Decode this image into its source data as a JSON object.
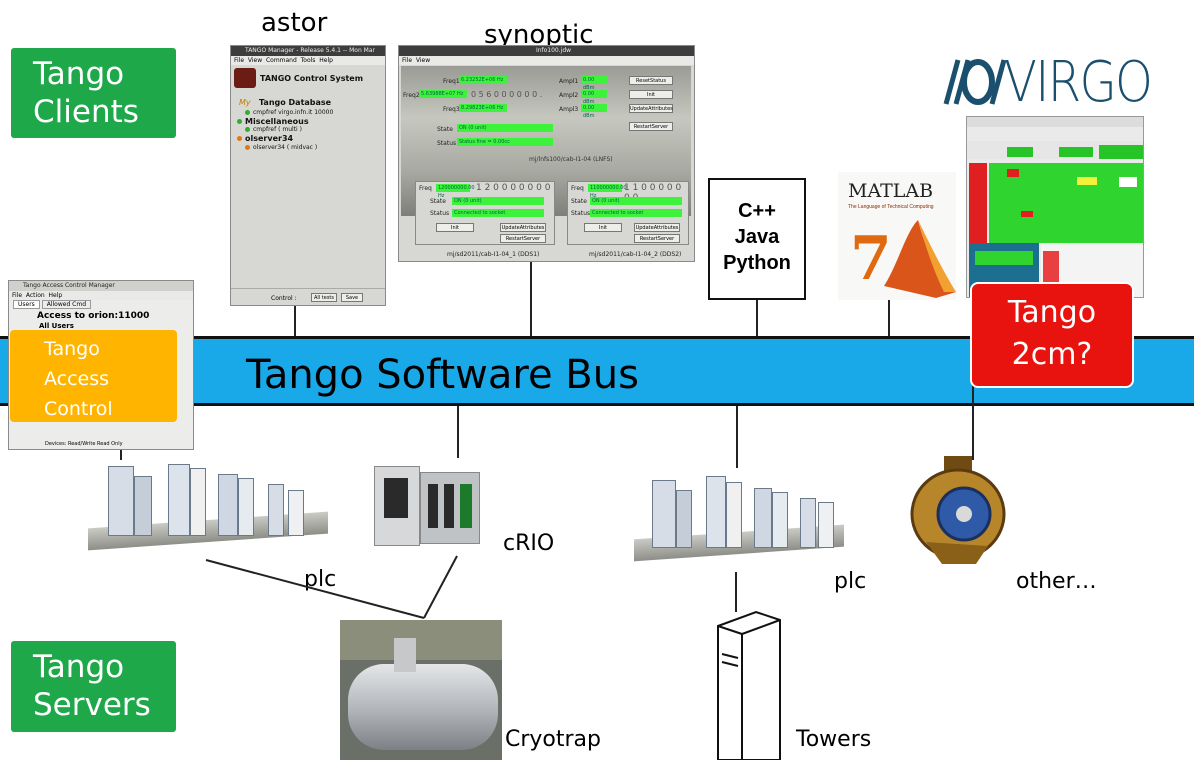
{
  "clients_box": {
    "line1": "Tango",
    "line2": "Clients"
  },
  "servers_box": {
    "line1": "Tango",
    "line2": "Servers"
  },
  "astor": {
    "caption": "astor",
    "window_title": "TANGO Manager - Release 5.4.1 -- Mon Mar",
    "menu": [
      "File",
      "View",
      "Command",
      "Tools",
      "Help"
    ],
    "heading": "TANGO Control System",
    "db_label": "Tango Database",
    "db_host": "cmpfref virgo.infn.it 10000",
    "misc": "Miscellaneous",
    "misc_item": "cmpfref ( multi )",
    "server": "olserver34",
    "server_item": "olserver34 ( midvac )",
    "footer_label": "Control :",
    "btn_all_tests": "All tests",
    "btn_save": "Save"
  },
  "synoptic": {
    "caption": "synoptic",
    "window_title": "Info100.jdw",
    "menu": [
      "File",
      "View"
    ],
    "freq1": "Freq1",
    "freq2": "Freq2",
    "freq3": "Freq3",
    "freq1_val": "6.23252E+06 Hz",
    "freq2_val": "5.63988E+07 Hz",
    "freq3_val": "8.29823E+06 Hz",
    "digits": "0 5 6 0 0 0 0 0 0 .",
    "ampl1": "Ampl1",
    "ampl2": "Ampl2",
    "ampl3": "Ampl3",
    "ampl_val": "0.00 dBm",
    "btn_reset": "ResetStatus",
    "btn_init": "Init",
    "btn_update": "UpdateAttributes",
    "btn_restart": "RestartServer",
    "state": "State",
    "status": "Status",
    "state_val": "ON (0 unit)",
    "status_val": "Status fine = 0.00cc",
    "device_path": "mj/lnfs100/cab-I1-04 (LNFS)",
    "panel_a": {
      "freq": "Freq",
      "freq_val": "120000000.00 Hz",
      "digits": "1 2 0 0 0 0 0 0 0 .",
      "state_val": "ON (0 unit)",
      "status_val": "Connected to socket",
      "init": "Init",
      "update": "UpdateAttributes",
      "restart": "RestartServer",
      "path": "mj/sd2011/cab-I1-04_1 (DDS1)"
    },
    "panel_b": {
      "freq": "Freq",
      "freq_val": "110000000.00 Hz",
      "digits": "1 1 0 0 0 0 0 0 0 .",
      "state_val": "ON (0 unit)",
      "status_val": "Connected to socket",
      "init": "Init",
      "update": "UpdateAttributes",
      "restart": "RestartServer",
      "path": "mj/sd2011/cab-I1-04_2 (DDS2)"
    }
  },
  "languages": {
    "line1": "C++",
    "line2": "Java",
    "line3": "Python"
  },
  "matlab": {
    "logo": "MATLAB",
    "tagline": "The Language of Technical Computing",
    "version": "7"
  },
  "virgo": {
    "logo_text": "VIRGO"
  },
  "tango2cm": {
    "line1": "Tango",
    "line2": "2cm?"
  },
  "access_control": {
    "line1": "Tango",
    "line2": "Access",
    "line3": "Control",
    "window_title": "Tango Access Control Manager",
    "menu": [
      "File",
      "Action",
      "Help"
    ],
    "tabs": [
      "Users",
      "Allowed Cmd"
    ],
    "header": "Access to orion:11000",
    "all_users": "All Users",
    "footer": "Devices: Read/Write  Read Only"
  },
  "bus_label": "Tango Software Bus",
  "servers": {
    "plc_left": "plc",
    "crio": "cRIO",
    "plc_right": "plc",
    "other": "other…",
    "cryotrap": "Cryotrap",
    "towers": "Towers"
  },
  "colors": {
    "bus": "#1aa9e8",
    "clients_servers": "#1ea84a",
    "access_control": "#ffb400",
    "tango2cm": "#e8120e"
  }
}
